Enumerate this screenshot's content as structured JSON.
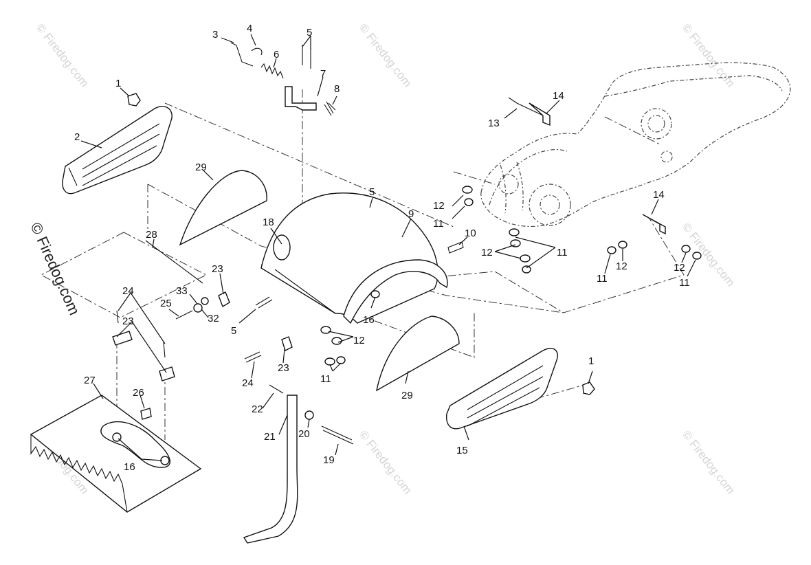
{
  "watermarks": {
    "tile_text": "© Firedog.com",
    "side_text": "© Firedog.com"
  },
  "callouts": [
    {
      "id": "c1a",
      "label": "1"
    },
    {
      "id": "c1b",
      "label": "1"
    },
    {
      "id": "c2",
      "label": "2"
    },
    {
      "id": "c3",
      "label": "3"
    },
    {
      "id": "c4",
      "label": "4"
    },
    {
      "id": "c5a",
      "label": "5"
    },
    {
      "id": "c5b",
      "label": "5"
    },
    {
      "id": "c5c",
      "label": "5"
    },
    {
      "id": "c6",
      "label": "6"
    },
    {
      "id": "c7",
      "label": "7"
    },
    {
      "id": "c8",
      "label": "8"
    },
    {
      "id": "c9",
      "label": "9"
    },
    {
      "id": "c10",
      "label": "10"
    },
    {
      "id": "c11a",
      "label": "11"
    },
    {
      "id": "c11b",
      "label": "11"
    },
    {
      "id": "c11c",
      "label": "11"
    },
    {
      "id": "c11d",
      "label": "11"
    },
    {
      "id": "c11e",
      "label": "11"
    },
    {
      "id": "c12a",
      "label": "12"
    },
    {
      "id": "c12b",
      "label": "12"
    },
    {
      "id": "c12c",
      "label": "12"
    },
    {
      "id": "c12d",
      "label": "12"
    },
    {
      "id": "c12e",
      "label": "12"
    },
    {
      "id": "c13",
      "label": "13"
    },
    {
      "id": "c14a",
      "label": "14"
    },
    {
      "id": "c14b",
      "label": "14"
    },
    {
      "id": "c15",
      "label": "15"
    },
    {
      "id": "c16a",
      "label": "16"
    },
    {
      "id": "c16b",
      "label": "16"
    },
    {
      "id": "c18",
      "label": "18"
    },
    {
      "id": "c19",
      "label": "19"
    },
    {
      "id": "c20",
      "label": "20"
    },
    {
      "id": "c21",
      "label": "21"
    },
    {
      "id": "c22",
      "label": "22"
    },
    {
      "id": "c23a",
      "label": "23"
    },
    {
      "id": "c23b",
      "label": "23"
    },
    {
      "id": "c23c",
      "label": "23"
    },
    {
      "id": "c24a",
      "label": "24"
    },
    {
      "id": "c24b",
      "label": "24"
    },
    {
      "id": "c25",
      "label": "25"
    },
    {
      "id": "c26",
      "label": "26"
    },
    {
      "id": "c27",
      "label": "27"
    },
    {
      "id": "c28",
      "label": "28"
    },
    {
      "id": "c29a",
      "label": "29"
    },
    {
      "id": "c29b",
      "label": "29"
    },
    {
      "id": "c32",
      "label": "32"
    },
    {
      "id": "c33",
      "label": "33"
    }
  ]
}
